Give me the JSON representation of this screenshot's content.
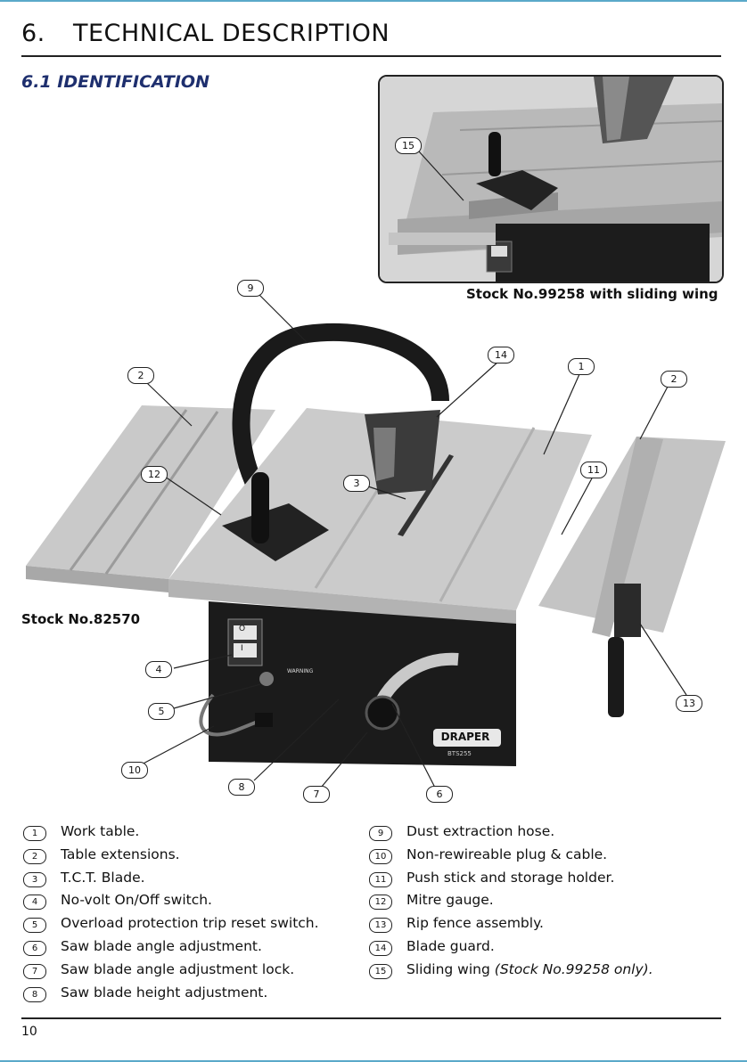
{
  "header": {
    "section_number": "6.",
    "section_title": "TECHNICAL DESCRIPTION"
  },
  "subsection": {
    "title": "6.1 IDENTIFICATION"
  },
  "photos": {
    "top": {
      "caption": "Stock No.99258 with sliding wing"
    },
    "main": {
      "caption": "Stock No.82570"
    }
  },
  "callouts": {
    "c1": "1",
    "c2a": "2",
    "c2b": "2",
    "c3": "3",
    "c4": "4",
    "c5": "5",
    "c6": "6",
    "c7": "7",
    "c8": "8",
    "c9": "9",
    "c10": "10",
    "c11": "11",
    "c12": "12",
    "c13": "13",
    "c14": "14",
    "c15": "15"
  },
  "machine_text": {
    "brand": "DRAPER",
    "model": "BTS255",
    "warning": "WARNING",
    "switch_off": "O",
    "switch_on": "I"
  },
  "legend": {
    "left": [
      {
        "num": "1",
        "text": "Work table."
      },
      {
        "num": "2",
        "text": "Table extensions."
      },
      {
        "num": "3",
        "text": "T.C.T. Blade."
      },
      {
        "num": "4",
        "text": "No-volt On/Off switch."
      },
      {
        "num": "5",
        "text": "Overload protection trip reset switch."
      },
      {
        "num": "6",
        "text": "Saw blade angle adjustment."
      },
      {
        "num": "7",
        "text": "Saw blade angle adjustment lock."
      },
      {
        "num": "8",
        "text": "Saw blade height adjustment."
      }
    ],
    "right": [
      {
        "num": "9",
        "text": "Dust extraction hose."
      },
      {
        "num": "10",
        "text": "Non-rewireable plug & cable."
      },
      {
        "num": "11",
        "text": "Push stick and storage holder."
      },
      {
        "num": "12",
        "text": "Mitre gauge."
      },
      {
        "num": "13",
        "text": "Rip fence assembly."
      },
      {
        "num": "14",
        "text": "Blade guard."
      },
      {
        "num": "15",
        "text": "Sliding wing ",
        "note": "(Stock No.99258 only)."
      }
    ]
  },
  "footer": {
    "page_number": "10"
  },
  "colors": {
    "heading_blue": "#1e2f6e",
    "accent_edge": "#5aa9c9"
  }
}
